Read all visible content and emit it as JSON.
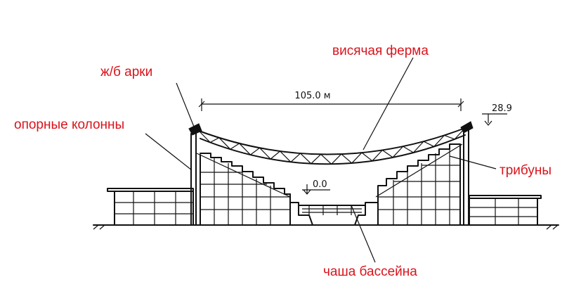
{
  "diagram": {
    "labels": {
      "truss": "висячая ферма",
      "arches": "ж/б арки",
      "columns": "опорные колонны",
      "stands": "трибуны",
      "pool": "чаша бассейна"
    },
    "dimensions": {
      "span": "105.0 м",
      "height": "28.9",
      "floor_level": "0.0"
    },
    "colors": {
      "label": "#d9141c",
      "ink": "#111111"
    }
  }
}
